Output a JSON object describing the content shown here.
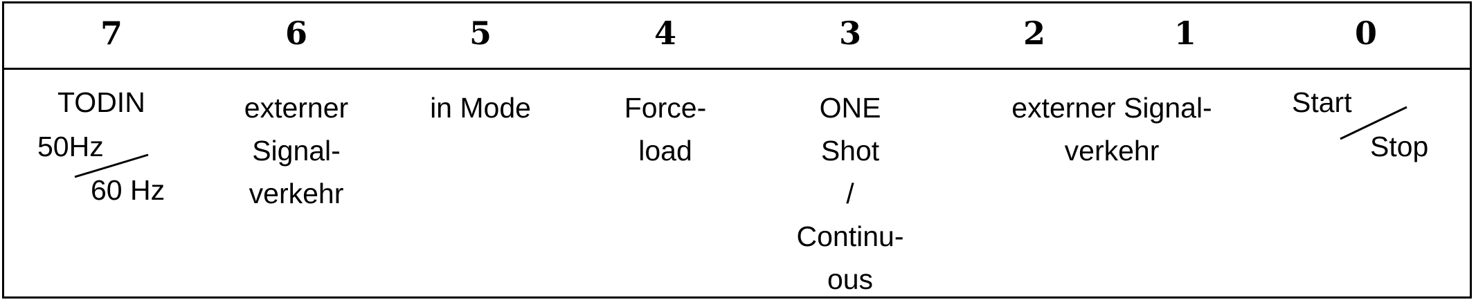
{
  "bits": [
    "7",
    "6",
    "5",
    "4",
    "3",
    "2",
    "1",
    "0"
  ],
  "fields": {
    "bit7": {
      "label": "TODIN",
      "opt1": "50Hz",
      "opt2": "60 Hz"
    },
    "bit6": [
      "externer",
      "Signal-",
      "verkehr"
    ],
    "bit5": [
      "in Mode"
    ],
    "bit4": [
      "Force-",
      "load"
    ],
    "bit3": [
      "ONE",
      "Shot",
      "/",
      "Continu-",
      "ous"
    ],
    "bit21": [
      "externer Signal-",
      "verkehr"
    ],
    "bit0": {
      "opt1": "Start",
      "opt2": "Stop"
    }
  }
}
